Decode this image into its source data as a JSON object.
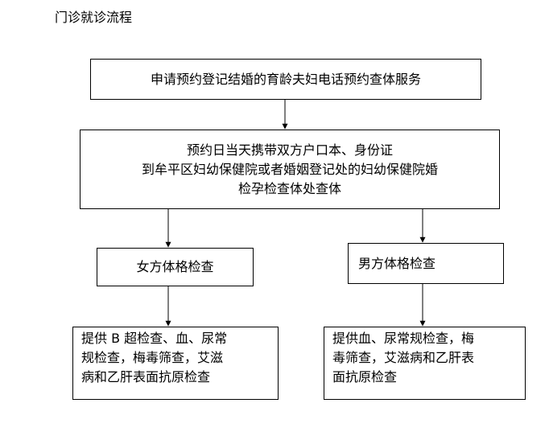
{
  "title": "门诊就诊流程",
  "steps": {
    "apply": "申请预约登记结婚的育龄夫妇电话预约查体服务",
    "appointment": {
      "lines": [
        "预约日当天携带双方户口本、身份证",
        "到牟平区妇幼保健院或者婚姻登记处的妇幼保健院婚",
        "检孕检查体处查体"
      ]
    },
    "female_exam": "女方体格检查",
    "male_exam": "男方体格检查",
    "female_items": {
      "lines": [
        "提供 B 超检查、血、尿常",
        "规检查，梅毒筛查，艾滋",
        "病和乙肝表面抗原检查"
      ]
    },
    "male_items": {
      "lines": [
        "提供血、尿常规检查，梅",
        "毒筛查，艾滋病和乙肝表",
        "面抗原检查"
      ]
    }
  },
  "colors": {
    "line": "#000000",
    "background": "#ffffff"
  }
}
